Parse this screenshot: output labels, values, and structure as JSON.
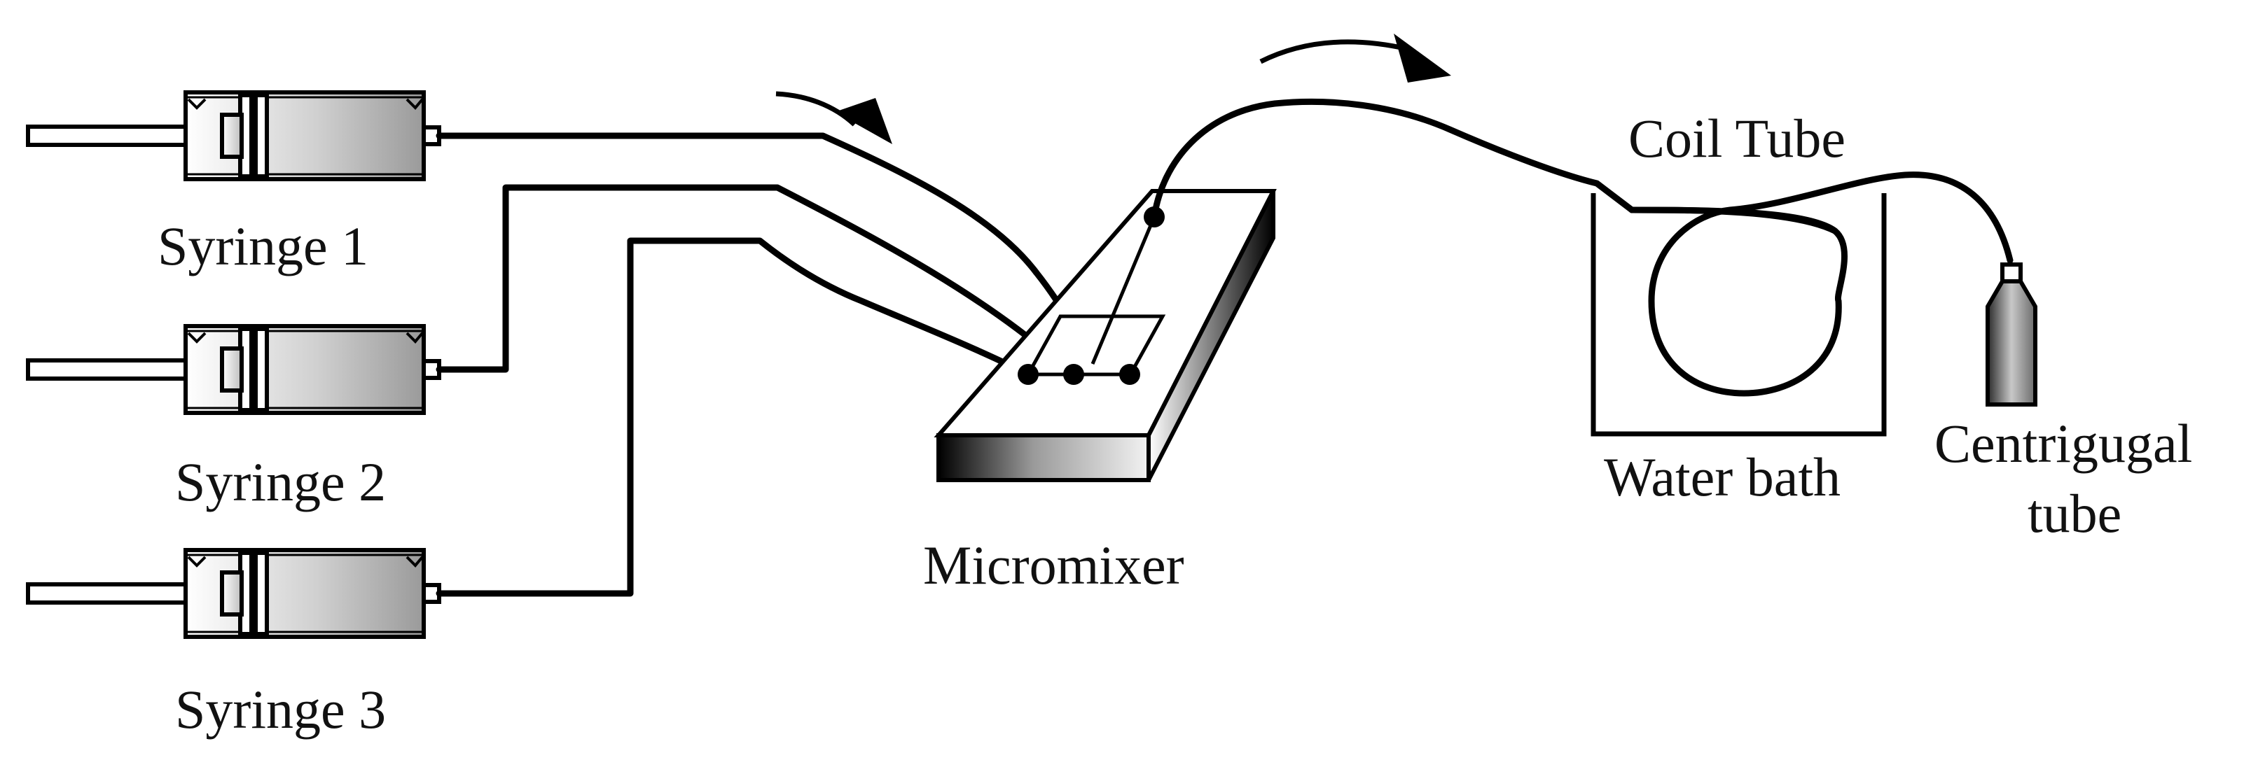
{
  "labels": {
    "syringe_1": "Syringe 1",
    "syringe_2": "Syringe 2",
    "syringe_3": "Syringe 3",
    "micromixer": "Micromixer",
    "coil_tube": "Coil Tube",
    "water_bath": "Water bath",
    "centrifugal_tube_line1": "Centrigugal",
    "centrifugal_tube_line2": "tube"
  },
  "colors": {
    "stroke": "#000000",
    "syringe_gradient_light": "#ffffff",
    "syringe_gradient_dark": "#9a9a9a",
    "chip_side_dark": "#000000",
    "chip_side_light": "#f2f2f2",
    "background": "#ffffff"
  }
}
